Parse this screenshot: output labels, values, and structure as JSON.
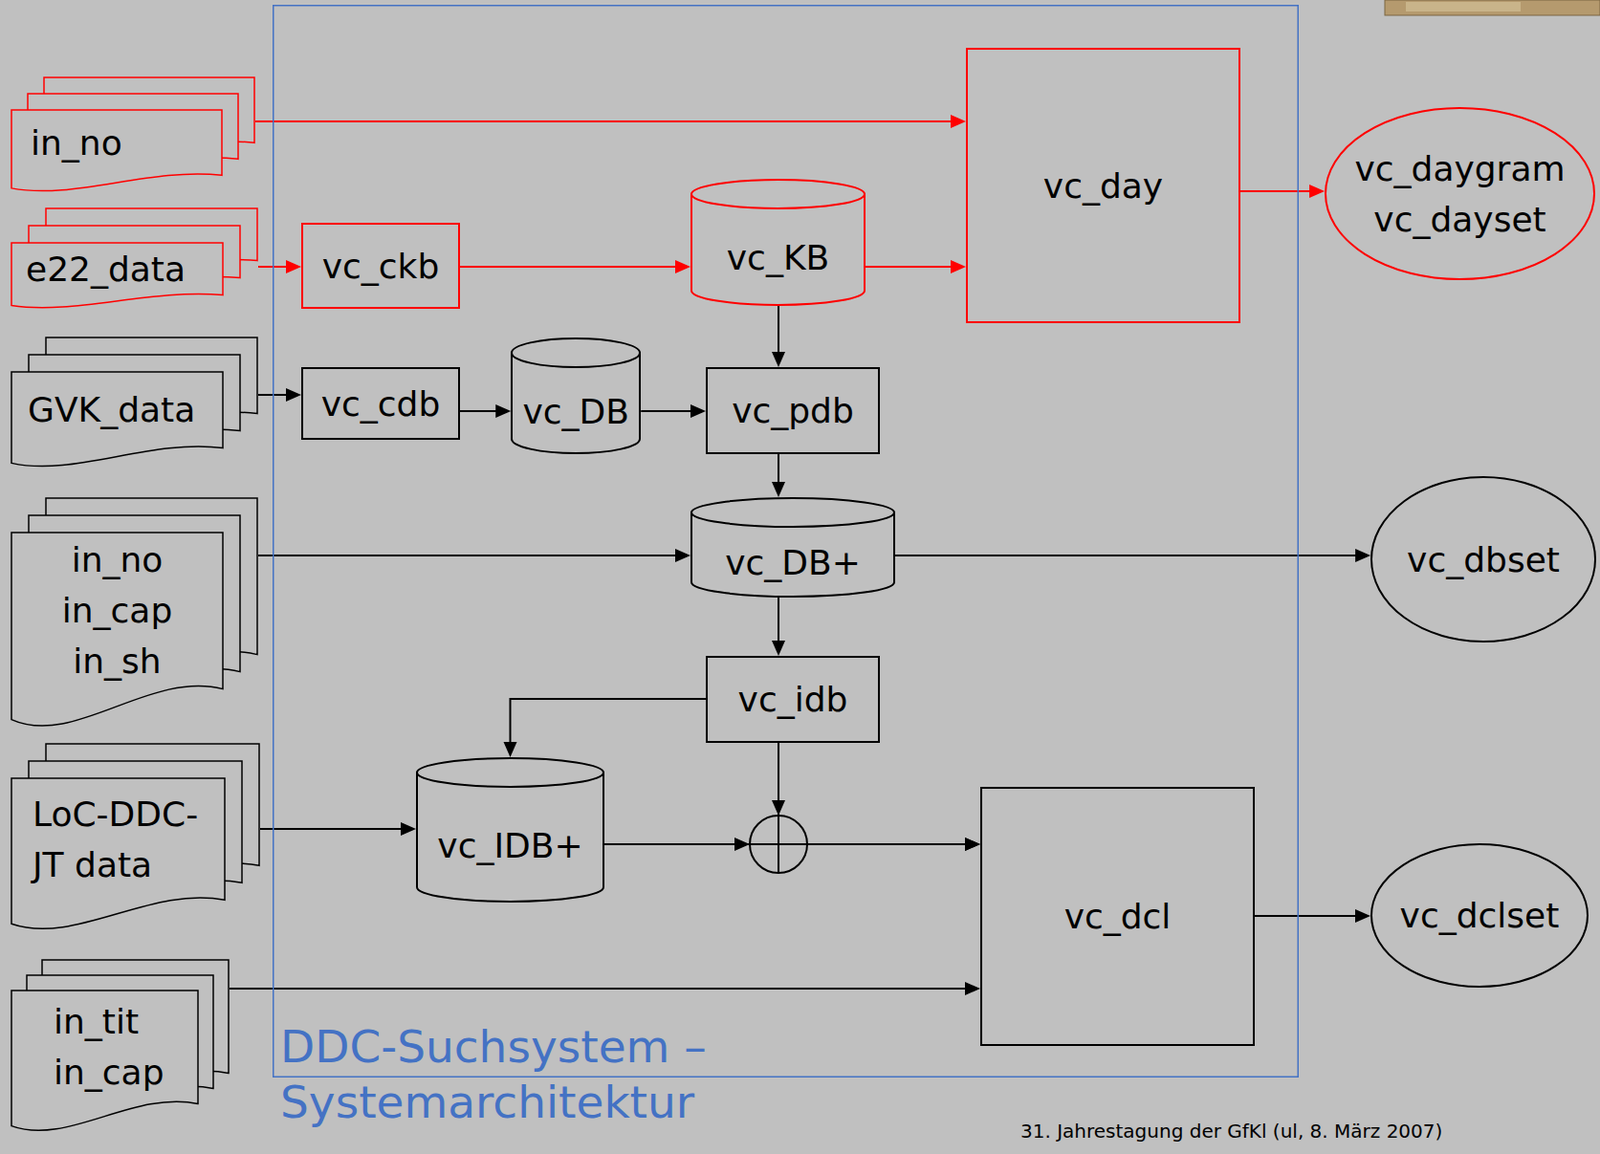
{
  "diagram": {
    "nodes": [
      {
        "text": [
          "DDC-Suchsystem – Systemarchitektur"
        ]
      },
      {
        "text": [
          "in_no"
        ]
      },
      {
        "text": [
          "e22_data"
        ]
      },
      {
        "text": [
          "GVK_data"
        ]
      },
      {
        "text": [
          "in_no",
          "in_cap",
          "in_sh"
        ]
      },
      {
        "text": [
          "LoC-DDC- JT data"
        ]
      },
      {
        "text": [
          "in_tit",
          "in_cap"
        ]
      },
      {
        "text": [
          "vc_ckb"
        ],
        "in": 0
      },
      {
        "text": [
          "vc_KB"
        ],
        "in": 0
      },
      {
        "text": [
          "vc_day"
        ],
        "in": 0
      },
      {
        "text": [
          "vc_cdb"
        ],
        "in": 0
      },
      {
        "text": [
          "vc_DB"
        ],
        "in": 0
      },
      {
        "text": [
          "vc_pdb"
        ],
        "in": 0
      },
      {
        "text": [
          "vc_DB+"
        ],
        "in": 0
      },
      {
        "text": [
          "vc_idb"
        ],
        "in": 0
      },
      {
        "text": [
          "vc_IDB+"
        ],
        "in": 0
      },
      {
        "text": [
          "vc_dcl"
        ],
        "in": 0
      },
      {
        "text": [
          "vc_daygram",
          "vc_dayset"
        ]
      },
      {
        "text": [
          "vc_dbset"
        ]
      },
      {
        "text": [
          "vc_dclset"
        ]
      }
    ],
    "edges": [
      {
        "from": 1,
        "to": 9,
        "arrow": "to"
      },
      {
        "from": 2,
        "to": 7,
        "arrow": "to"
      },
      {
        "from": 7,
        "to": 8,
        "arrow": "to"
      },
      {
        "from": 8,
        "to": 9,
        "arrow": "to"
      },
      {
        "from": 9,
        "to": 17,
        "arrow": "to"
      },
      {
        "from": 3,
        "to": 10,
        "arrow": "to"
      },
      {
        "from": 10,
        "to": 11,
        "arrow": "to"
      },
      {
        "from": 11,
        "to": 12,
        "arrow": "to"
      },
      {
        "from": 8,
        "to": 12,
        "arrow": "to"
      },
      {
        "from": 12,
        "to": 13,
        "arrow": "to"
      },
      {
        "from": 4,
        "to": 13,
        "arrow": "to"
      },
      {
        "from": 13,
        "to": 18,
        "arrow": "to"
      },
      {
        "from": 13,
        "to": 14,
        "arrow": "to"
      },
      {
        "from": 14,
        "to": 15,
        "arrow": "to"
      },
      {
        "from": 5,
        "to": 15,
        "arrow": "to"
      },
      {
        "from": 15,
        "to": 16,
        "arrow": "to"
      },
      {
        "from": 14,
        "to": 16,
        "arrow": "to"
      },
      {
        "from": 6,
        "to": 16,
        "arrow": "to"
      },
      {
        "from": 16,
        "to": 19,
        "arrow": "to"
      }
    ],
    "labels": [
      "31. Jahrestagung der GfKl (ul, 8. März 2007)"
    ]
  }
}
